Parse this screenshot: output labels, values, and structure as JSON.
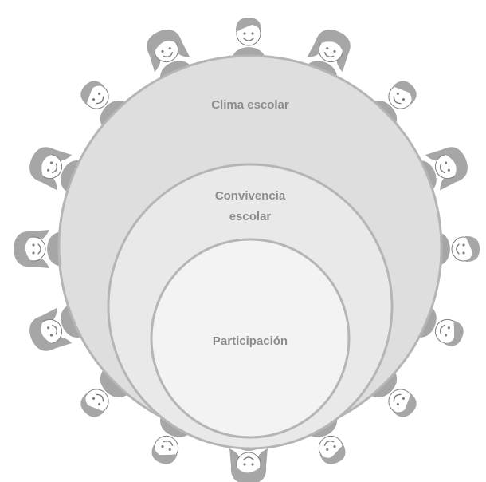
{
  "diagram": {
    "outer_circle": {
      "label": "Clima escolar"
    },
    "middle_circle": {
      "label_line_1": "Convivencia",
      "label_line_2": "escolar"
    },
    "inner_circle": {
      "label": "Participación"
    },
    "people_ring": [
      {
        "kind": "boy"
      },
      {
        "kind": "girl"
      },
      {
        "kind": "boy"
      },
      {
        "kind": "girl"
      },
      {
        "kind": "boy"
      },
      {
        "kind": "boy"
      },
      {
        "kind": "boy"
      },
      {
        "kind": "boy"
      },
      {
        "kind": "girl"
      },
      {
        "kind": "boy"
      },
      {
        "kind": "boy"
      },
      {
        "kind": "girl"
      },
      {
        "kind": "girl"
      },
      {
        "kind": "girl"
      },
      {
        "kind": "boy"
      },
      {
        "kind": "girl"
      }
    ],
    "colors": {
      "person_hair": "#a6a6a6",
      "person_skin": "#ffffff",
      "person_outline": "#7f7f7f",
      "outer_fill": "#dedede",
      "middle_fill": "#e9e9e9",
      "inner_fill": "#f3f3f3",
      "circle_stroke": "#b5b5b5",
      "label_color": "#8c8c8c"
    }
  }
}
